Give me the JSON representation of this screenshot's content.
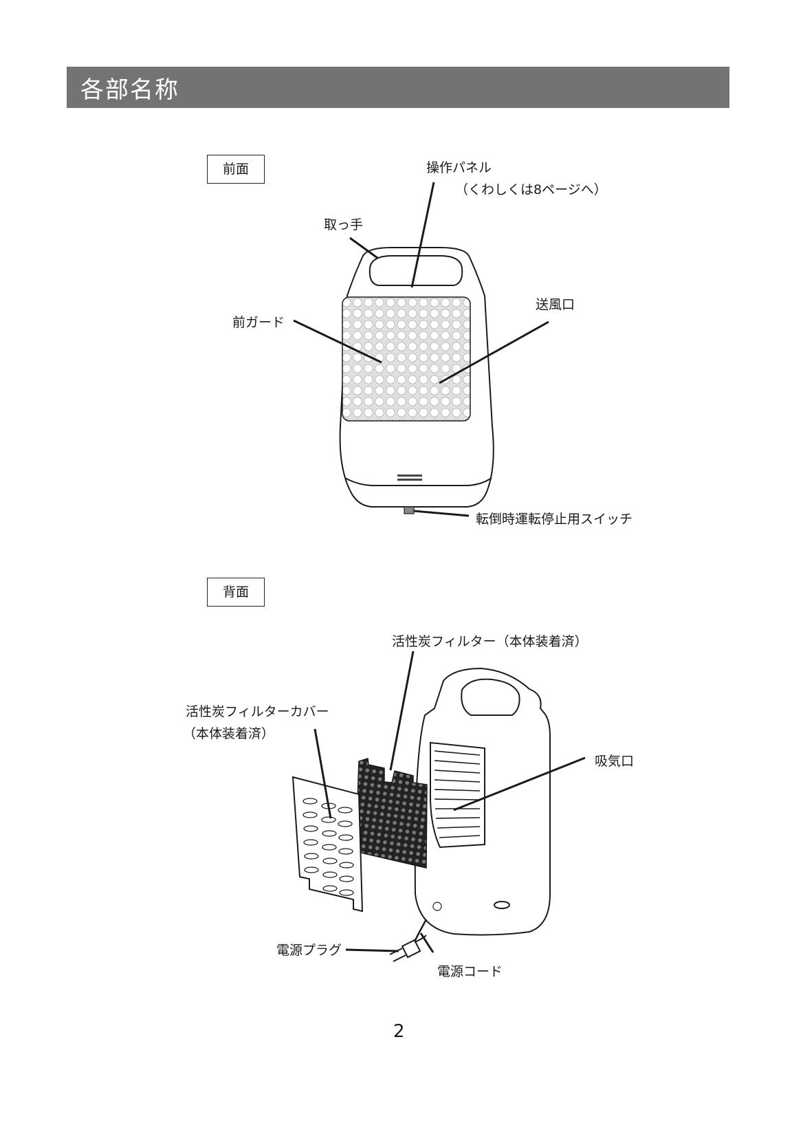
{
  "header": {
    "title": "各部名称"
  },
  "front": {
    "section_label": "前面",
    "labels": {
      "control_panel": "操作パネル",
      "control_panel_note": "（くわしくは8ページへ）",
      "handle": "取っ手",
      "air_outlet": "送風口",
      "front_guard": "前ガード",
      "tip_over_switch": "転倒時運転停止用スイッチ"
    }
  },
  "back": {
    "section_label": "背面",
    "labels": {
      "carbon_filter": "活性炭フィルター（本体装着済）",
      "filter_cover_line1": "活性炭フィルターカバー",
      "filter_cover_line2": "（本体装着済）",
      "air_intake": "吸気口",
      "power_plug": "電源プラグ",
      "power_cord": "電源コード"
    }
  },
  "page_number": "2"
}
